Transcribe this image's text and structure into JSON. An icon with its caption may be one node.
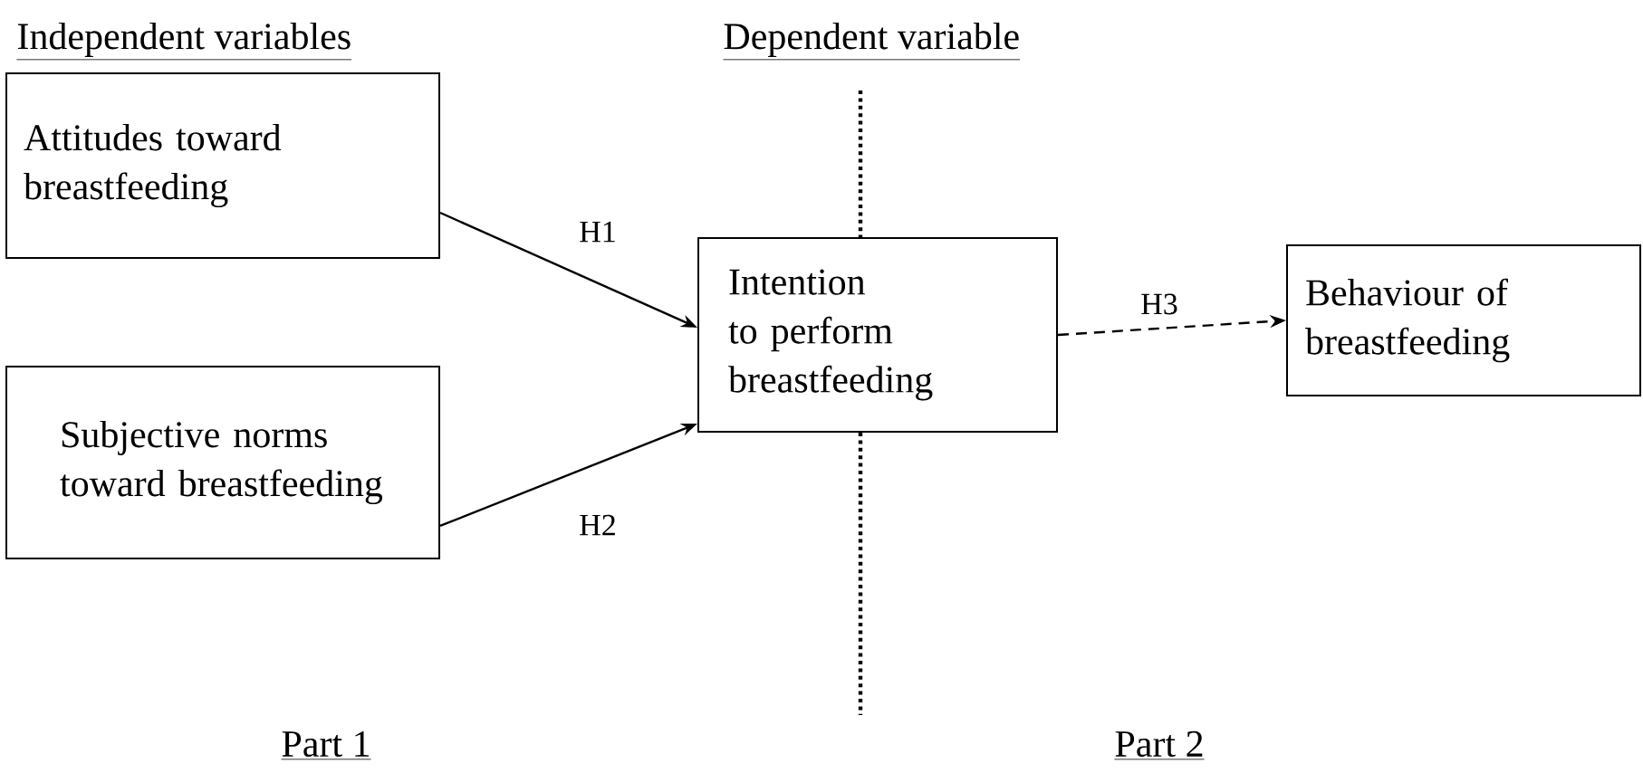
{
  "diagram": {
    "nodes": [
      {
        "text": [
          "Attitudes toward breastfeeding"
        ]
      },
      {
        "text": [
          "Subjective norms toward breastfeeding"
        ]
      },
      {
        "text": [
          "Intention to perform breastfeeding"
        ]
      },
      {
        "text": [
          "Behaviour of breastfeeding"
        ]
      }
    ],
    "edges": [
      {
        "from": 0,
        "to": 2,
        "arrow": "to",
        "label": "H1"
      },
      {
        "from": 1,
        "to": 2,
        "arrow": "to",
        "label": "H2"
      },
      {
        "from": 2,
        "to": 3,
        "arrow": "to",
        "label": "H3",
        "style": "dashed"
      }
    ],
    "labels": [
      "Independent variables",
      "Dependent variable",
      "Part 1",
      "Part 2"
    ]
  }
}
